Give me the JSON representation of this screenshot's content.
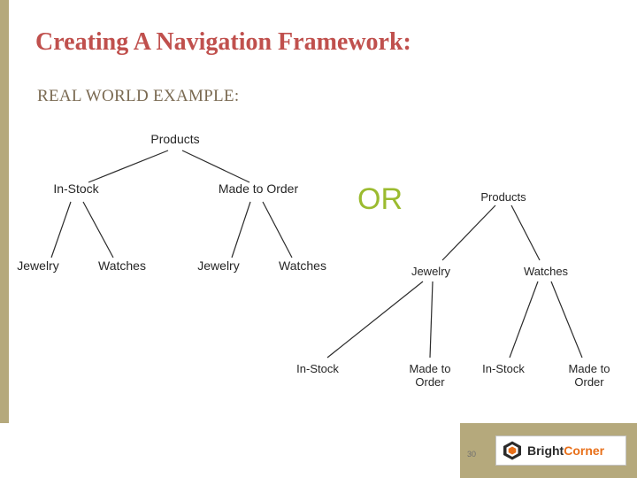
{
  "slide": {
    "title": "Creating A Navigation Framework:",
    "subtitle": "REAL WORLD EXAMPLE:",
    "or_label": "OR",
    "page_number": "30",
    "colors": {
      "title": "#c0504d",
      "subtitle": "#7a6a52",
      "or": "#9bbb2f",
      "band": "#b5a97c",
      "logo_accent": "#e8701a"
    }
  },
  "tree_left": {
    "root": "Products",
    "level2": [
      "In-Stock",
      "Made to Order"
    ],
    "level3": [
      "Jewelry",
      "Watches",
      "Jewelry",
      "Watches"
    ]
  },
  "tree_right": {
    "root": "Products",
    "level2": [
      "Jewelry",
      "Watches"
    ],
    "level3": [
      "In-Stock",
      "Made to\nOrder",
      "In-Stock",
      "Made to\nOrder"
    ]
  },
  "logo": {
    "text_primary": "Bright",
    "text_accent": "Corner",
    "icon": "hexagon-logo-icon"
  }
}
